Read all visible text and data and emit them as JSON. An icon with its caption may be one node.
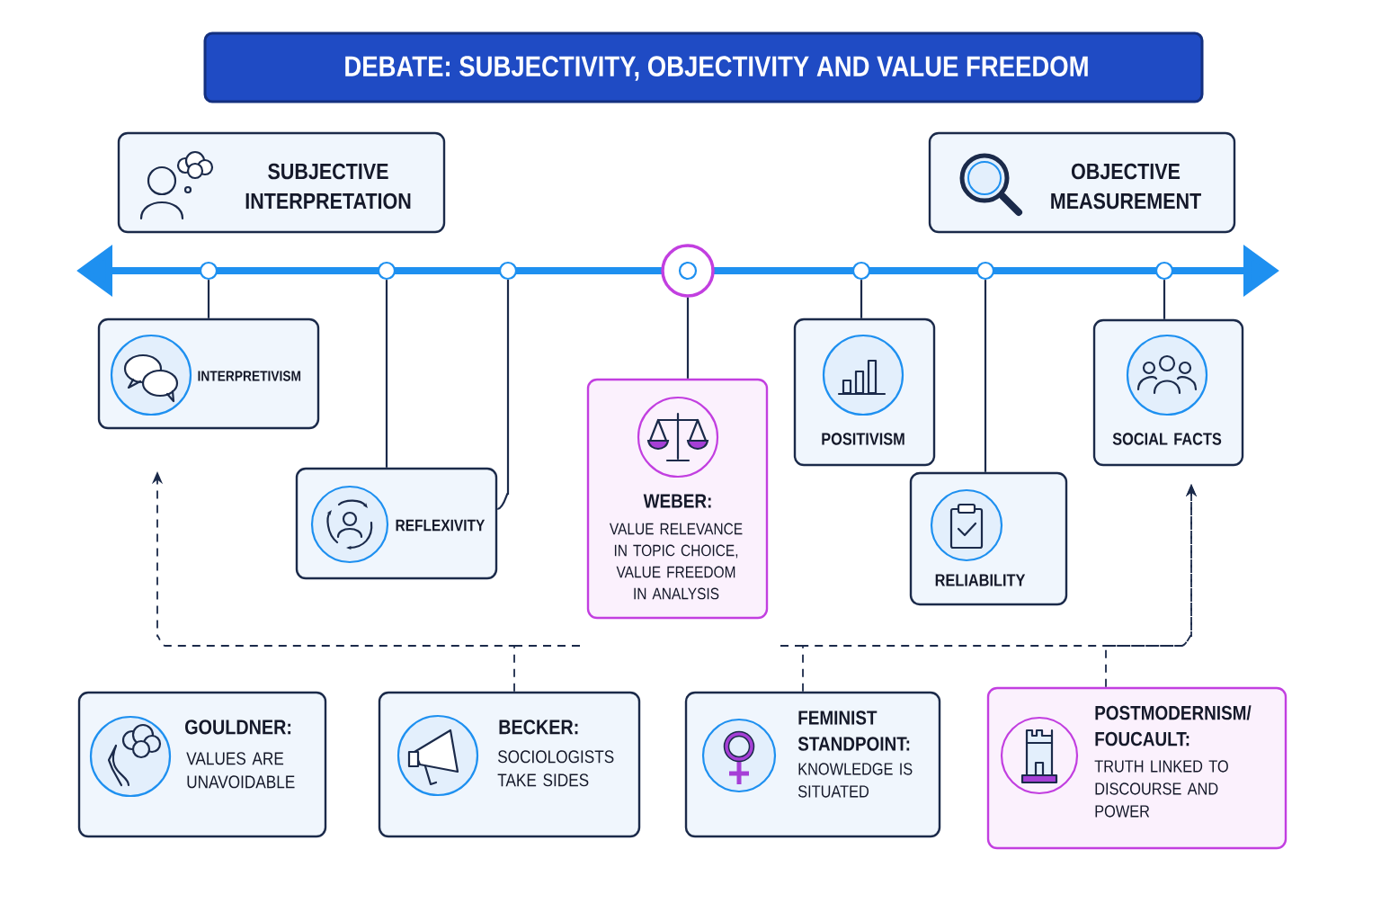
{
  "diagram": {
    "title": "DEBATE: SUBJECTIVITY, OBJECTIVITY AND VALUE FREEDOM",
    "nodes": [
      {
        "text": [
          "SUBJECTIVE INTERPRETATION"
        ]
      },
      {
        "text": [
          "OBJECTIVE MEASUREMENT"
        ]
      },
      {
        "text": [],
        "shape": "circle"
      },
      {
        "text": [],
        "shape": "circle"
      },
      {
        "text": [],
        "shape": "circle"
      },
      {
        "text": [],
        "shape": "circle"
      },
      {
        "text": [],
        "shape": "circle"
      },
      {
        "text": [],
        "shape": "circle"
      },
      {
        "text": [],
        "shape": "circle"
      },
      {
        "text": [
          "INTERPRETIVISM"
        ]
      },
      {
        "text": [
          "REFLEXIVITY"
        ]
      },
      {
        "text": [
          "WEBER:",
          "VALUE RELEVANCE IN TOPIC CHOICE, VALUE FREEDOM IN ANALYSIS"
        ]
      },
      {
        "text": [
          "POSITIVISM"
        ]
      },
      {
        "text": [
          "RELIABILITY"
        ]
      },
      {
        "text": [
          "SOCIAL FACTS"
        ]
      },
      {
        "text": [
          "GOULDNER:",
          "VALUES ARE UNAVOIDABLE"
        ]
      },
      {
        "text": [
          "BECKER:",
          "SOCIOLOGISTS TAKE SIDES"
        ]
      },
      {
        "text": [
          "FEMINIST STANDPOINT:",
          "KNOWLEDGE IS SITUATED"
        ]
      },
      {
        "text": [
          "POSTMODERNISM/ FOUCAULT:",
          "TRUTH LINKED TO DISCOURSE AND POWER"
        ]
      }
    ],
    "edges": [
      {
        "from": 2,
        "to": 9,
        "arrow": "none"
      },
      {
        "from": 3,
        "to": 10,
        "arrow": "none"
      },
      {
        "from": 4,
        "to": 10,
        "arrow": "none"
      },
      {
        "from": 5,
        "to": 11,
        "arrow": "none"
      },
      {
        "from": 6,
        "to": 12,
        "arrow": "none"
      },
      {
        "from": 7,
        "to": 13,
        "arrow": "none"
      },
      {
        "from": 8,
        "to": 14,
        "arrow": "none"
      },
      {
        "from": 16,
        "to": 9,
        "arrow": "to",
        "style": "dashed"
      },
      {
        "from": 17,
        "to": 14,
        "arrow": "to",
        "style": "dashed"
      },
      {
        "from": 18,
        "to": 14,
        "arrow": "to",
        "style": "dashed"
      }
    ]
  }
}
